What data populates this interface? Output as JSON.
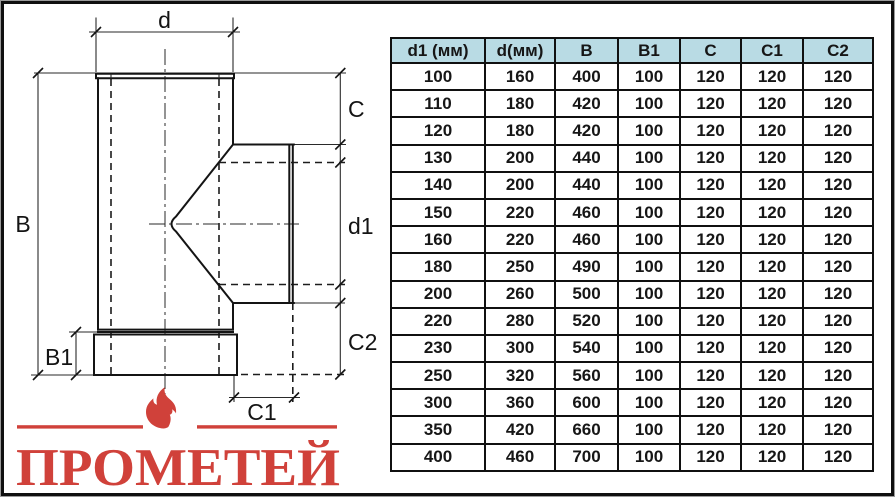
{
  "diagram": {
    "labels": {
      "d": "d",
      "B": "B",
      "C": "C",
      "d1": "d1",
      "C2": "C2",
      "B1": "B1",
      "C1": "C1"
    }
  },
  "logo": {
    "text": "ПРОМЕТЕЙ"
  },
  "colors": {
    "accent_red": "#d0413a",
    "table_header_bg": "#b9dbe4",
    "line": "#141414"
  },
  "table": {
    "headers": [
      "d1 (мм)",
      "d(мм)",
      "B",
      "B1",
      "C",
      "C1",
      "C2"
    ],
    "rows": [
      [
        "100",
        "160",
        "400",
        "100",
        "120",
        "120",
        "120"
      ],
      [
        "110",
        "180",
        "420",
        "100",
        "120",
        "120",
        "120"
      ],
      [
        "120",
        "180",
        "420",
        "100",
        "120",
        "120",
        "120"
      ],
      [
        "130",
        "200",
        "440",
        "100",
        "120",
        "120",
        "120"
      ],
      [
        "140",
        "200",
        "440",
        "100",
        "120",
        "120",
        "120"
      ],
      [
        "150",
        "220",
        "460",
        "100",
        "120",
        "120",
        "120"
      ],
      [
        "160",
        "220",
        "460",
        "100",
        "120",
        "120",
        "120"
      ],
      [
        "180",
        "250",
        "490",
        "100",
        "120",
        "120",
        "120"
      ],
      [
        "200",
        "260",
        "500",
        "100",
        "120",
        "120",
        "120"
      ],
      [
        "220",
        "280",
        "520",
        "100",
        "120",
        "120",
        "120"
      ],
      [
        "230",
        "300",
        "540",
        "100",
        "120",
        "120",
        "120"
      ],
      [
        "250",
        "320",
        "560",
        "100",
        "120",
        "120",
        "120"
      ],
      [
        "300",
        "360",
        "600",
        "100",
        "120",
        "120",
        "120"
      ],
      [
        "350",
        "420",
        "660",
        "100",
        "120",
        "120",
        "120"
      ],
      [
        "400",
        "460",
        "700",
        "100",
        "120",
        "120",
        "120"
      ]
    ]
  }
}
